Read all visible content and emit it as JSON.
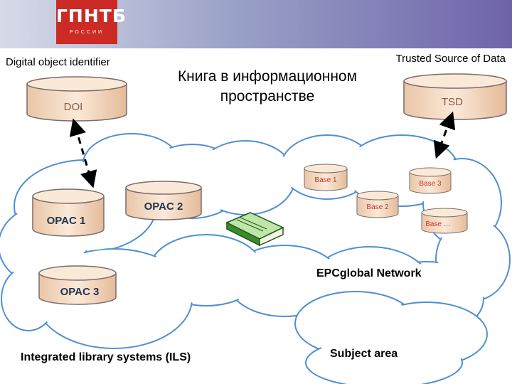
{
  "header": {
    "logo_text": "ГПНТБ",
    "logo_subtext": "РОССИИ",
    "bar_colors": [
      "#d7dbe8",
      "#6e63a8"
    ],
    "logo_color": "#cc2a24"
  },
  "labels": {
    "doi_caption": "Digital object identifier",
    "tsd_caption": "Trusted Source of Data",
    "title": "Книга в информационном пространстве",
    "epc_network": "EPCglobal Network",
    "ils": "Integrated library systems (ILS)",
    "subject_area": "Subject area"
  },
  "databases": {
    "doi": "DOI",
    "tsd": "TSD",
    "opac1": "OPAC 1",
    "opac2": "OPAC 2",
    "opac3": "OPAC 3",
    "base1": "Base 1",
    "base2": "Base 2",
    "base3": "Base 3",
    "base_n": "Base …"
  },
  "colors": {
    "cylinder_fill": "#f6dcc6",
    "cylinder_text": "#8a5a44",
    "opac_text": "#1f3550",
    "base_text": "#c03a2b",
    "cloud_stroke": "#4f8fd2",
    "book": "#3a8a2e"
  },
  "icons": [
    "book-icon",
    "double-arrow-icon"
  ]
}
